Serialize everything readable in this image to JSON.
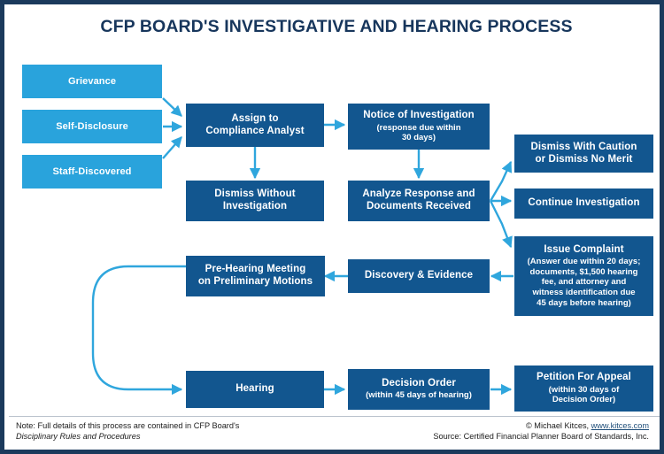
{
  "title": "CFP BOARD'S INVESTIGATIVE AND HEARING PROCESS",
  "colors": {
    "border": "#1b3a5c",
    "title": "#17365c",
    "node_light": "#29a3dc",
    "node_dark": "#12568f",
    "connector": "#2fa6dd",
    "text_on_node": "#ffffff"
  },
  "nodes": {
    "grievance": {
      "label": "Grievance",
      "sub": ""
    },
    "self_disclosure": {
      "label": "Self-Disclosure",
      "sub": ""
    },
    "staff_discovered": {
      "label": "Staff-Discovered",
      "sub": ""
    },
    "assign": {
      "label": "Assign to\nCompliance Analyst",
      "line1": "Assign to",
      "line2": "Compliance Analyst",
      "sub": ""
    },
    "notice": {
      "label": "Notice of Investigation",
      "sub": "(response due within\n30 days)",
      "sub1": "(response due within",
      "sub2": "30 days)"
    },
    "dismiss_without": {
      "line1": "Dismiss Without",
      "line2": "Investigation",
      "sub": ""
    },
    "analyze": {
      "line1": "Analyze Response and",
      "line2": "Documents Received",
      "sub": ""
    },
    "dismiss_caution": {
      "line1": "Dismiss With Caution",
      "line2": "or Dismiss No Merit",
      "sub": ""
    },
    "continue_investigation": {
      "label": "Continue Investigation",
      "sub": ""
    },
    "issue_complaint": {
      "label": "Issue Complaint",
      "sub1": "(Answer due within 20 days;",
      "sub2": "documents, $1,500 hearing",
      "sub3": "fee, and attorney and",
      "sub4": "witness identification due",
      "sub5": "45 days before hearing)"
    },
    "pre_hearing": {
      "line1": "Pre-Hearing Meeting",
      "line2": "on Preliminary Motions",
      "sub": ""
    },
    "discovery": {
      "label": "Discovery & Evidence",
      "sub": ""
    },
    "hearing": {
      "label": "Hearing",
      "sub": ""
    },
    "decision_order": {
      "label": "Decision Order",
      "sub1": "(within 45 days of hearing)"
    },
    "petition_appeal": {
      "label": "Petition For Appeal",
      "sub1": "(within 30 days of",
      "sub2": "Decision Order)"
    }
  },
  "footer": {
    "note_line1": "Note: Full details of this process are contained in CFP Board's",
    "note_line2": "Disciplinary Rules and Procedures",
    "copyright_prefix": "© Michael Kitces, ",
    "copyright_link": "www.kitces.com",
    "source": "Source: Certified Financial Planner Board of Standards, Inc."
  }
}
